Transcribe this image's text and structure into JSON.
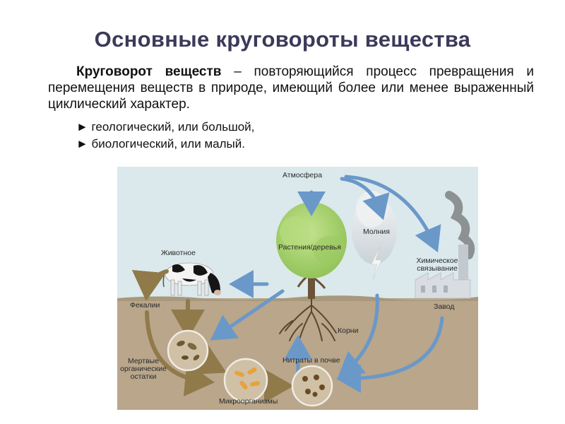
{
  "title": "Основные круговороты вещества",
  "intro": {
    "term": "Круговорот веществ",
    "definition": "– повторяющийся процесс превращения и перемещения веществ в природе, имеющий более или менее выраженный циклический характер."
  },
  "bullets": [
    "► геологический, или большой,",
    "► биологический, или малый."
  ],
  "diagram": {
    "labels": {
      "atmosphere": "Атмосфера",
      "lightning": "Молния",
      "plants": "Растения/деревья",
      "animal": "Животное",
      "chemical_fixation_1": "Химическое",
      "chemical_fixation_2": "связывание",
      "factory": "Завод",
      "feces": "Фекалии",
      "roots": "Корни",
      "nitrates": "Нитраты в почве",
      "dead_remains_1": "Мертвые",
      "dead_remains_2": "органические",
      "dead_remains_3": "остатки",
      "microorganisms": "Микроорганизмы"
    },
    "colors": {
      "sky": "#dbe9ec",
      "soil": "#b9a68b",
      "blue_arrow": "#6a98c9",
      "brown_arrow": "#907a4a",
      "tree": "#a9d36f"
    }
  }
}
